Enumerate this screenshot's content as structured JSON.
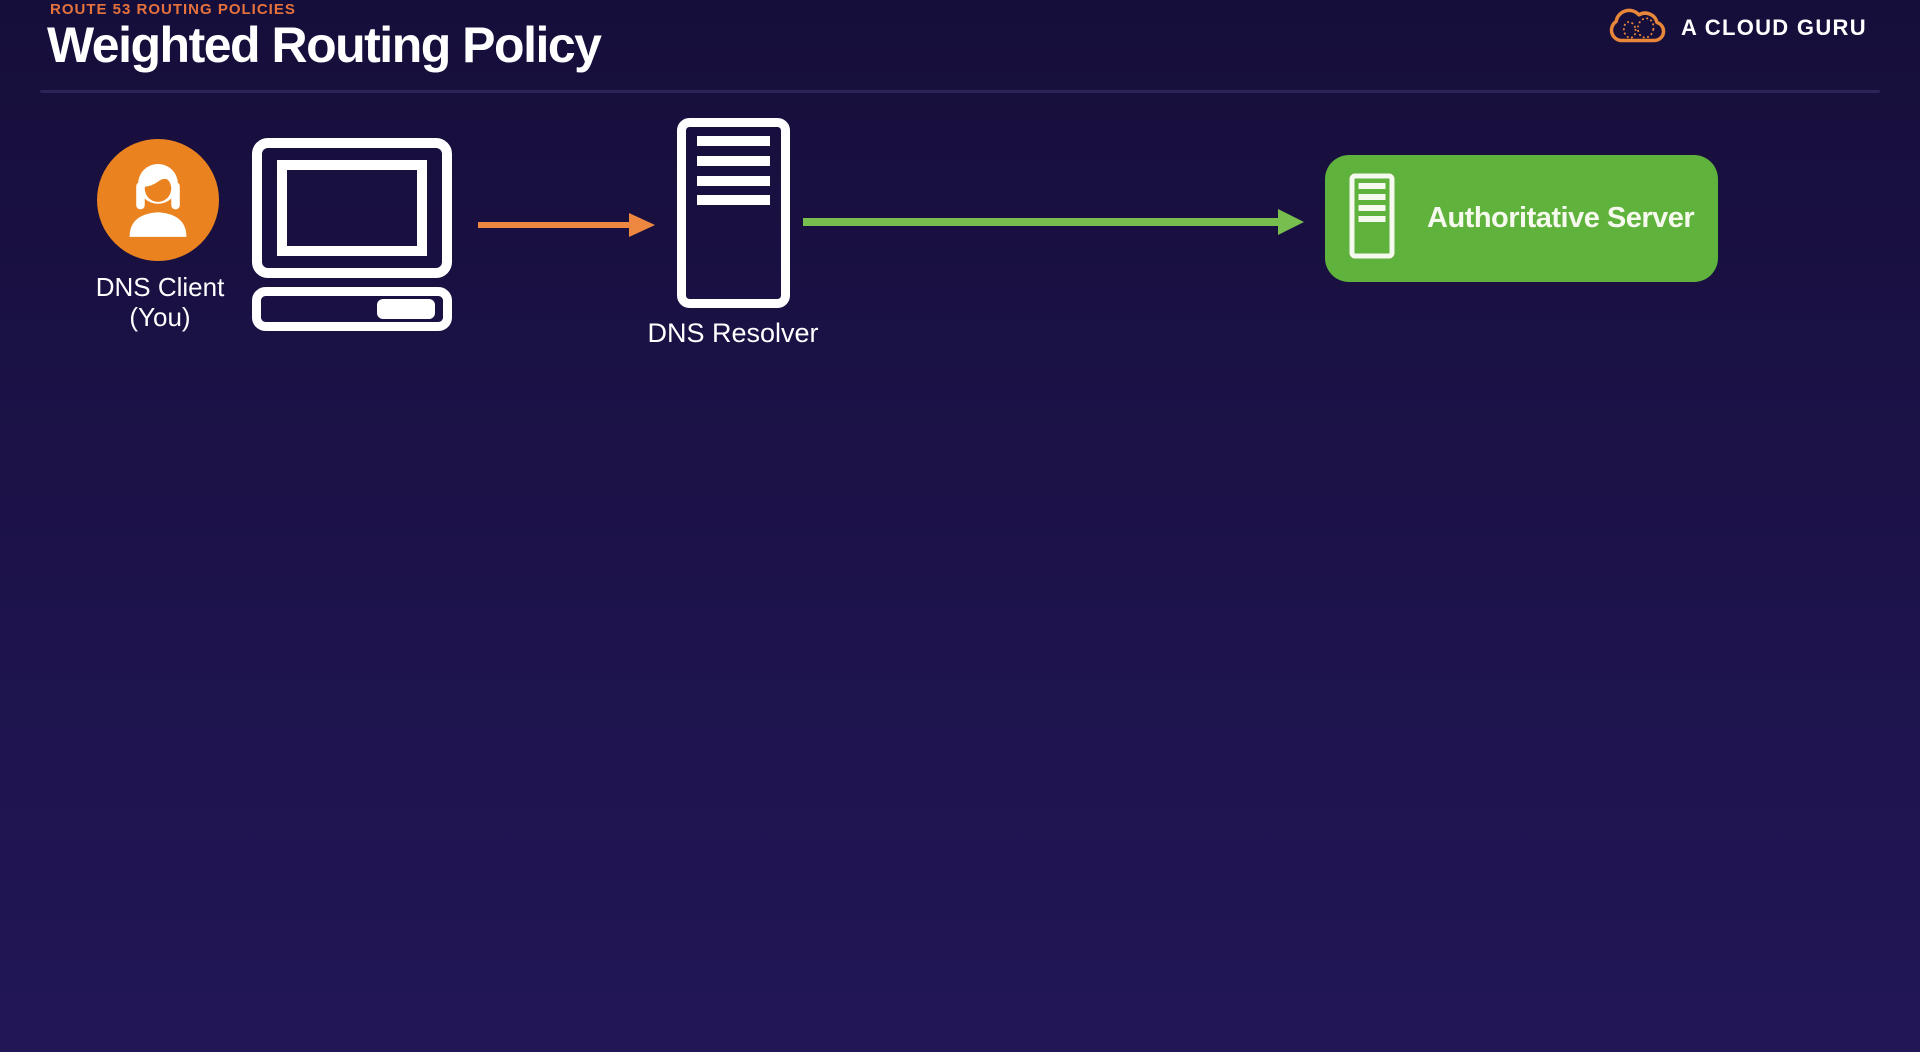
{
  "slide": {
    "eyebrow": "ROUTE 53 ROUTING POLICIES",
    "title": "Weighted Routing Policy"
  },
  "logo": {
    "brand": "A CLOUD GURU"
  },
  "diagram": {
    "dns_client": {
      "label_line1": "DNS Client",
      "label_line2": "(You)"
    },
    "dns_resolver": {
      "label": "DNS Resolver"
    },
    "authoritative_server": {
      "label": "Authoritative Server"
    },
    "flows": [
      {
        "from": "DNS Client (You)",
        "to": "DNS Resolver",
        "arrow_color": "#ee8840"
      },
      {
        "from": "DNS Resolver",
        "to": "Authoritative Server",
        "arrow_color": "#77be4e"
      }
    ]
  },
  "colors": {
    "background_top": "#160e3a",
    "background_mid": "#1c1248",
    "background_bottom": "#221657",
    "eyebrow_orange": "#e5723c",
    "circle_orange": "#ea831f",
    "arrow_orange": "#ee8840",
    "arrow_green": "#77be4e",
    "box_green": "#5fb23c",
    "divider_purple": "#2c2456",
    "icon_white": "#ffffff",
    "text_white": "#ffffff",
    "box_text_white": "#f6faee",
    "logo_orange": "#e8873a"
  }
}
